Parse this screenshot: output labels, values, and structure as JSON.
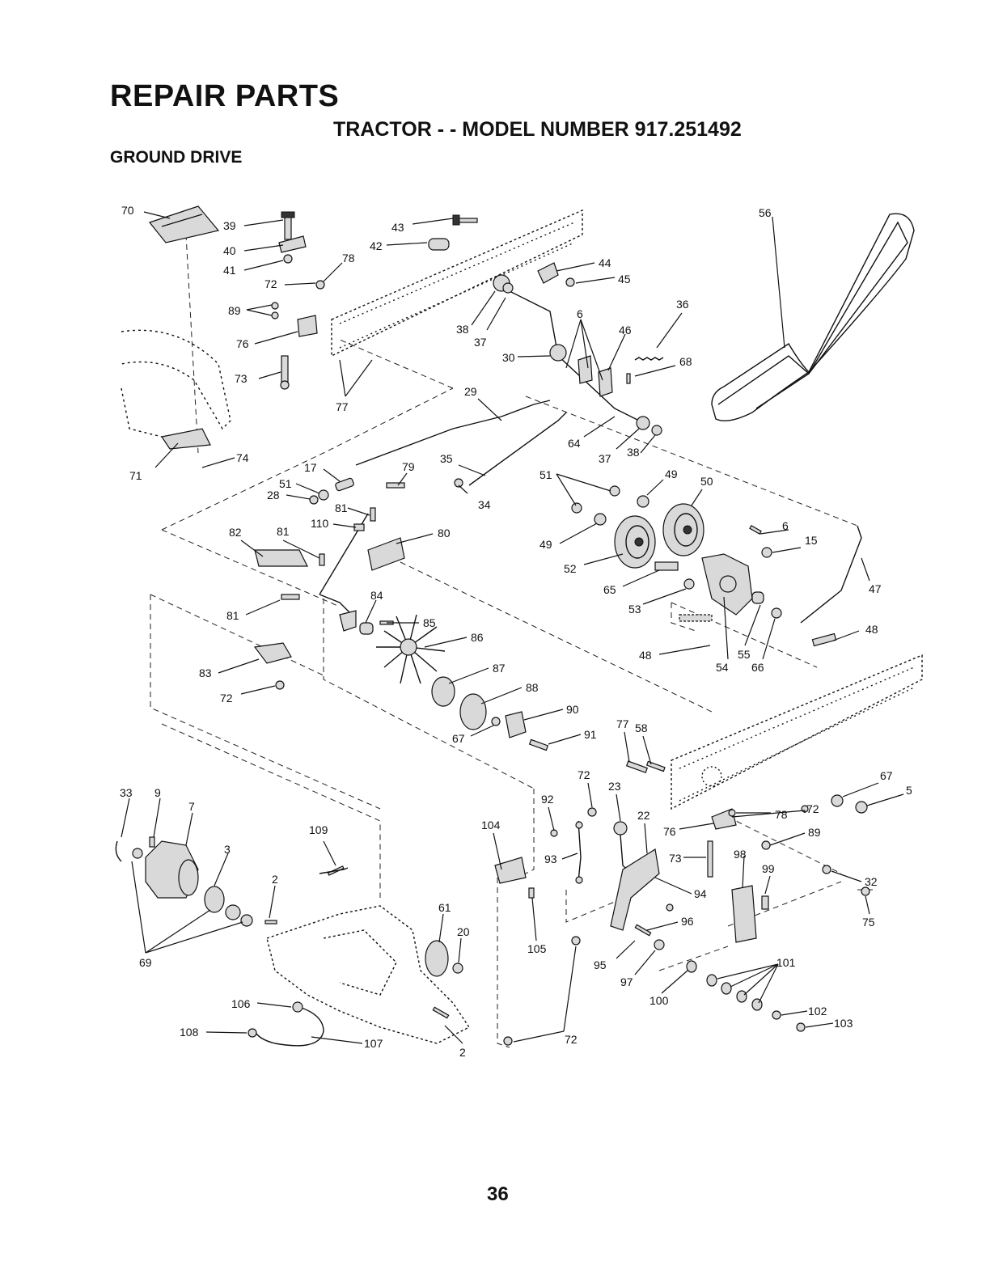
{
  "header": {
    "title": "REPAIR PARTS",
    "model": "TRACTOR - - MODEL NUMBER 917.251492",
    "section": "GROUND DRIVE"
  },
  "callouts": [
    {
      "id": "c39",
      "text": "39"
    },
    {
      "id": "c40",
      "text": "40"
    },
    {
      "id": "c41",
      "text": "41"
    },
    {
      "id": "c43",
      "text": "43"
    },
    {
      "id": "c42",
      "text": "42"
    },
    {
      "id": "c78a",
      "text": "78"
    },
    {
      "id": "c72a",
      "text": "72"
    },
    {
      "id": "c70",
      "text": "70"
    },
    {
      "id": "c89a",
      "text": "89"
    },
    {
      "id": "c44",
      "text": "44"
    },
    {
      "id": "c45",
      "text": "45"
    },
    {
      "id": "c56",
      "text": "56"
    },
    {
      "id": "c36",
      "text": "36"
    },
    {
      "id": "c6a",
      "text": "6"
    },
    {
      "id": "c46",
      "text": "46"
    },
    {
      "id": "c38a",
      "text": "38"
    },
    {
      "id": "c37a",
      "text": "37"
    },
    {
      "id": "c30",
      "text": "30"
    },
    {
      "id": "c68",
      "text": "68"
    },
    {
      "id": "c76a",
      "text": "76"
    },
    {
      "id": "c73a",
      "text": "73"
    },
    {
      "id": "c77a",
      "text": "77"
    },
    {
      "id": "c29",
      "text": "29"
    },
    {
      "id": "c64",
      "text": "64"
    },
    {
      "id": "c37b",
      "text": "37"
    },
    {
      "id": "c38b",
      "text": "38"
    },
    {
      "id": "c49a",
      "text": "49"
    },
    {
      "id": "c50",
      "text": "50"
    },
    {
      "id": "c71",
      "text": "71"
    },
    {
      "id": "c74",
      "text": "74"
    },
    {
      "id": "c17",
      "text": "17"
    },
    {
      "id": "c51a",
      "text": "51"
    },
    {
      "id": "c28",
      "text": "28"
    },
    {
      "id": "c79",
      "text": "79"
    },
    {
      "id": "c35",
      "text": "35"
    },
    {
      "id": "c34",
      "text": "34"
    },
    {
      "id": "c51b",
      "text": "51"
    },
    {
      "id": "c6b",
      "text": "6"
    },
    {
      "id": "c15",
      "text": "15"
    },
    {
      "id": "c81a",
      "text": "81"
    },
    {
      "id": "c110",
      "text": "110"
    },
    {
      "id": "c82",
      "text": "82"
    },
    {
      "id": "c81b",
      "text": "81"
    },
    {
      "id": "c80",
      "text": "80"
    },
    {
      "id": "c49b",
      "text": "49"
    },
    {
      "id": "c52",
      "text": "52"
    },
    {
      "id": "c65",
      "text": "65"
    },
    {
      "id": "c47",
      "text": "47"
    },
    {
      "id": "c53",
      "text": "53"
    },
    {
      "id": "c48a",
      "text": "48"
    },
    {
      "id": "c81c",
      "text": "81"
    },
    {
      "id": "c84",
      "text": "84"
    },
    {
      "id": "c85",
      "text": "85"
    },
    {
      "id": "c86",
      "text": "86"
    },
    {
      "id": "c48b",
      "text": "48"
    },
    {
      "id": "c55",
      "text": "55"
    },
    {
      "id": "c54",
      "text": "54"
    },
    {
      "id": "c66",
      "text": "66"
    },
    {
      "id": "c83",
      "text": "83"
    },
    {
      "id": "c87",
      "text": "87"
    },
    {
      "id": "c72b",
      "text": "72"
    },
    {
      "id": "c88",
      "text": "88"
    },
    {
      "id": "c90",
      "text": "90"
    },
    {
      "id": "c67a",
      "text": "67"
    },
    {
      "id": "c91",
      "text": "91"
    },
    {
      "id": "c77b",
      "text": "77"
    },
    {
      "id": "c58",
      "text": "58"
    },
    {
      "id": "c72c",
      "text": "72"
    },
    {
      "id": "c23",
      "text": "23"
    },
    {
      "id": "c67b",
      "text": "67"
    },
    {
      "id": "c5",
      "text": "5"
    },
    {
      "id": "c33",
      "text": "33"
    },
    {
      "id": "c9",
      "text": "9"
    },
    {
      "id": "c7",
      "text": "7"
    },
    {
      "id": "c92",
      "text": "92"
    },
    {
      "id": "c104",
      "text": "104"
    },
    {
      "id": "c109",
      "text": "109"
    },
    {
      "id": "c22",
      "text": "22"
    },
    {
      "id": "c78b",
      "text": "78"
    },
    {
      "id": "c72d",
      "text": "72"
    },
    {
      "id": "c76b",
      "text": "76"
    },
    {
      "id": "c89b",
      "text": "89"
    },
    {
      "id": "c3",
      "text": "3"
    },
    {
      "id": "c93",
      "text": "93"
    },
    {
      "id": "c73b",
      "text": "73"
    },
    {
      "id": "c98",
      "text": "98"
    },
    {
      "id": "c32",
      "text": "32"
    },
    {
      "id": "c99",
      "text": "99"
    },
    {
      "id": "c2a",
      "text": "2"
    },
    {
      "id": "c94",
      "text": "94"
    },
    {
      "id": "c61",
      "text": "61"
    },
    {
      "id": "c75",
      "text": "75"
    },
    {
      "id": "c96",
      "text": "96"
    },
    {
      "id": "c20",
      "text": "20"
    },
    {
      "id": "c105",
      "text": "105"
    },
    {
      "id": "c95",
      "text": "95"
    },
    {
      "id": "c101",
      "text": "101"
    },
    {
      "id": "c69",
      "text": "69"
    },
    {
      "id": "c97",
      "text": "97"
    },
    {
      "id": "c100",
      "text": "100"
    },
    {
      "id": "c106",
      "text": "106"
    },
    {
      "id": "c102",
      "text": "102"
    },
    {
      "id": "c103",
      "text": "103"
    },
    {
      "id": "c108",
      "text": "108"
    },
    {
      "id": "c107",
      "text": "107"
    },
    {
      "id": "c2b",
      "text": "2"
    },
    {
      "id": "c72e",
      "text": "72"
    }
  ],
  "footer": {
    "page_number": "36"
  }
}
